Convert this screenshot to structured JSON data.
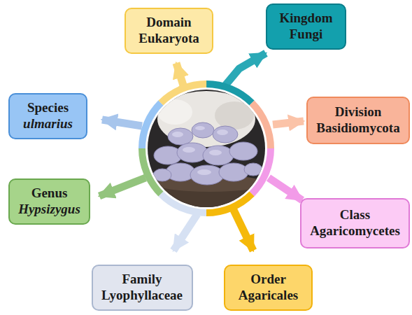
{
  "diagram": {
    "nodes": [
      {
        "text": [
          "Domain",
          "Eukaryota"
        ]
      },
      {
        "text": [
          "Kingdom",
          "Fungi"
        ]
      },
      {
        "text": [
          "Division",
          "Basidiomycota"
        ]
      },
      {
        "text": [
          "Class",
          "Agaricomycetes"
        ]
      },
      {
        "text": [
          "Order",
          "Agaricales"
        ]
      },
      {
        "text": [
          "Family",
          "Lyophyllaceae"
        ]
      },
      {
        "text": [
          "Genus",
          "Hypsizygus"
        ]
      },
      {
        "text": [
          "Species",
          "ulmarius"
        ]
      }
    ]
  }
}
